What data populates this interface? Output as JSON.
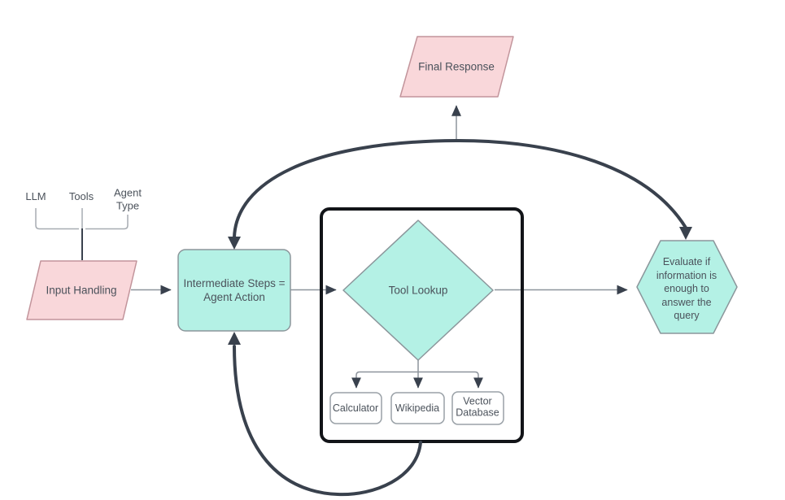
{
  "diagram": {
    "input_labels": {
      "llm": "LLM",
      "tools": "Tools",
      "agent_type": "Agent Type"
    },
    "nodes": {
      "input_handling": {
        "label": "Input Handling",
        "shape": "parallelogram"
      },
      "intermediate_steps": {
        "label": "Intermediate Steps =\nAgent Action",
        "shape": "rectangle"
      },
      "tool_lookup": {
        "label": "Tool Lookup",
        "shape": "diamond"
      },
      "tool_options": [
        {
          "label": "Calculator"
        },
        {
          "label": "Wikipedia"
        },
        {
          "label": "Vector Database"
        }
      ],
      "evaluate": {
        "label": "Evaluate if information is enough to answer the query",
        "shape": "hexagon"
      },
      "final_response": {
        "label": "Final Response",
        "shape": "parallelogram"
      }
    },
    "edges": [
      {
        "from": "llm-tools-agent-type",
        "to": "input_handling"
      },
      {
        "from": "input_handling",
        "to": "intermediate_steps"
      },
      {
        "from": "intermediate_steps",
        "to": "tool_lookup"
      },
      {
        "from": "tool_lookup",
        "to": "calculator"
      },
      {
        "from": "tool_lookup",
        "to": "wikipedia"
      },
      {
        "from": "tool_lookup",
        "to": "vector_database"
      },
      {
        "from": "tool_lookup",
        "to": "evaluate"
      },
      {
        "from": "tool_container",
        "to": "intermediate_steps",
        "style": "thick-loop"
      },
      {
        "from": "evaluate",
        "to": "intermediate_steps",
        "style": "thick-loop"
      },
      {
        "from": "loop_apex",
        "to": "final_response"
      }
    ]
  },
  "colors": {
    "canvas": "#ffffff",
    "pink_fill": "#f9d7da",
    "pink_border": "#c2949b",
    "teal_fill": "#b4f1e5",
    "teal_border": "#8b969b",
    "connector": "#8d949c",
    "bracket": "#a7acb2",
    "loop": "#39414d",
    "container_border": "#121418",
    "tool_border": "#9aa1a7",
    "text": "#4b525b"
  }
}
